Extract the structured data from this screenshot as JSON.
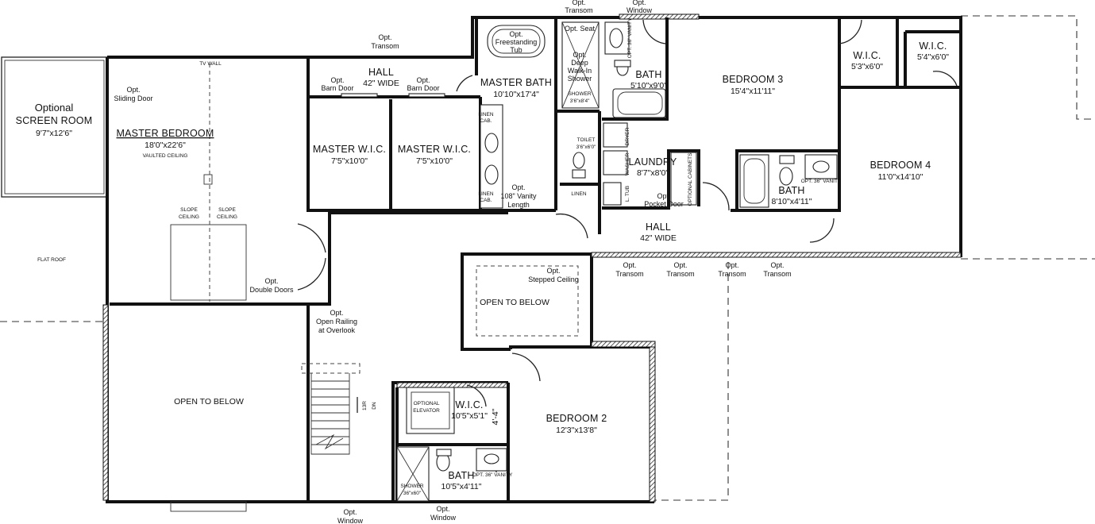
{
  "plan": {
    "screen_room": {
      "line1": "Optional",
      "line2": "SCREEN ROOM",
      "dim": "9'7\"x12'6\""
    },
    "master_bedroom": {
      "name": "MASTER BEDROOM",
      "dim": "18'0\"x22'6\"",
      "note": "VAULTED CEILING"
    },
    "tv_wall": "TV WALL",
    "sliding_door": {
      "line1": "Opt.",
      "line2": "Sliding Door"
    },
    "slope_ceiling_left": {
      "line1": "SLOPE",
      "line2": "CEILING"
    },
    "slope_ceiling_right": {
      "line1": "SLOPE",
      "line2": "CEILING"
    },
    "flat_roof": "FLAT ROOF",
    "double_doors": {
      "line1": "Opt.",
      "line2": "Double Doors"
    },
    "transom_top": {
      "line1": "Opt.",
      "line2": "Transom"
    },
    "hall_top": {
      "name": "HALL",
      "dim": "42\" WIDE"
    },
    "barn_door_left": {
      "line1": "Opt.",
      "line2": "Barn Door"
    },
    "barn_door_right": {
      "line1": "Opt.",
      "line2": "Barn Door"
    },
    "master_wic_left": {
      "name": "MASTER W.I.C.",
      "dim": "7'5\"x10'0\""
    },
    "master_wic_right": {
      "name": "MASTER W.I.C.",
      "dim": "7'5\"x10'0\""
    },
    "master_bath": {
      "name": "MASTER BATH",
      "dim": "10'10\"x17'4\""
    },
    "freestanding_tub": {
      "line1": "Opt.",
      "line2": "Freestanding",
      "line3": "Tub"
    },
    "vanity_length": {
      "line1": "Opt.",
      "line2": "108\" Vanity",
      "line3": "Length"
    },
    "linen_cab_top": {
      "line1": "LINEN",
      "line2": "CAB."
    },
    "linen_cab_bottom": {
      "line1": "LINEN",
      "line2": "CAB."
    },
    "opt_seat": "Opt. Seat",
    "walk_in_shower": {
      "line1": "Opt.",
      "line2": "Deep",
      "line3": "Walk-In",
      "line4": "Shower"
    },
    "shower_master": {
      "line1": "SHOWER",
      "line2": "3'6\"x8'4\""
    },
    "transom_master_bath": {
      "line1": "Opt.",
      "line2": "Transom"
    },
    "window_bath_top": {
      "line1": "Opt.",
      "line2": "Window"
    },
    "toilet_room": {
      "name": "TOILET",
      "dim": "3'6\"x6'0\""
    },
    "linen": "LINEN",
    "bath_top": {
      "name": "BATH",
      "dim": "5'10\"x9'0\"",
      "vanity": "OPT. 36\" VANITY"
    },
    "laundry": {
      "name": "LAUNDRY",
      "dim": "8'7\"x8'0\""
    },
    "dryer": "DRYER",
    "washer": "WASHER",
    "laundry_tub": "L. TUB",
    "optional_cabinets": "OPTIONAL CABINETS",
    "pocket_door": {
      "line1": "Opt.",
      "line2": "Pocket Door"
    },
    "bedroom3": {
      "name": "BEDROOM 3",
      "dim": "15'4\"x11'11\""
    },
    "wic_b3": {
      "name": "W.I.C.",
      "dim": "5'3\"x6'0\""
    },
    "wic_b4": {
      "name": "W.I.C.",
      "dim": "5'4\"x6'0\""
    },
    "bedroom4": {
      "name": "BEDROOM 4",
      "dim": "11'0\"x14'10\""
    },
    "bath_right": {
      "name": "BATH",
      "dim": "8'10\"x4'11\"",
      "vanity": "OPT. 36\" VANITY"
    },
    "hall_mid": {
      "name": "HALL",
      "dim": "42\" WIDE"
    },
    "transoms": [
      {
        "line1": "Opt.",
        "line2": "Transom"
      },
      {
        "line1": "Opt.",
        "line2": "Transom"
      },
      {
        "line1": "Opt.",
        "line2": "Transom"
      },
      {
        "line1": "Opt.",
        "line2": "Transom"
      }
    ],
    "stepped_ceiling": {
      "line1": "Opt.",
      "line2": "Stepped Ceiling"
    },
    "open_to_below_mid": "OPEN TO BELOW",
    "open_railing": {
      "line1": "Opt.",
      "line2": "Open Railing",
      "line3": "at Overlook"
    },
    "open_to_below_left": "OPEN TO BELOW",
    "stairs": {
      "up": "13R",
      "dn": "DN"
    },
    "elevator": {
      "line1": "OPTIONAL",
      "line2": "ELEVATOR"
    },
    "wic_b2": {
      "name": "W.I.C.",
      "dim": "10'5\"x5'1\""
    },
    "dim_4_4": "4'-4\"",
    "bedroom2": {
      "name": "BEDROOM 2",
      "dim": "12'3\"x13'8\""
    },
    "bath_bottom": {
      "name": "BATH",
      "dim": "10'5\"x4'11\"",
      "vanity": "OPT. 36\" VANITY"
    },
    "shower_bottom": {
      "line1": "SHOWER",
      "line2": "36\"x60\""
    },
    "window_bottom_left": {
      "line1": "Opt.",
      "line2": "Window"
    },
    "window_bottom_right": {
      "line1": "Opt.",
      "line2": "Window"
    }
  }
}
